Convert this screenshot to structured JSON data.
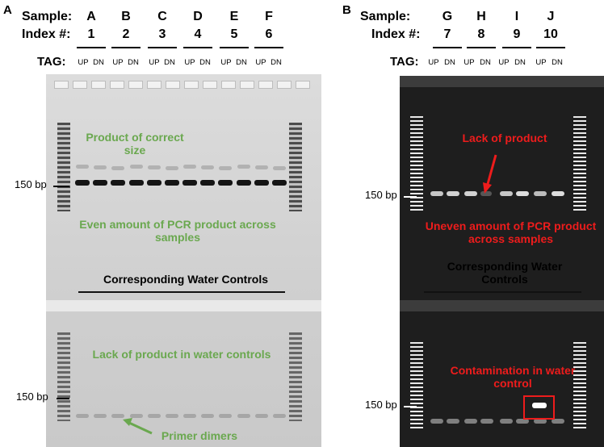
{
  "panel_a": {
    "letter": "A",
    "sample_label": "Sample:",
    "index_label": "Index #:",
    "tag_label": "TAG:",
    "samples": [
      "A",
      "B",
      "C",
      "D",
      "E",
      "F"
    ],
    "indexes": [
      "1",
      "2",
      "3",
      "4",
      "5",
      "6"
    ],
    "tag_up": "UP",
    "tag_dn": "DN",
    "bp_top": "150 bp",
    "bp_bottom": "150 bp",
    "note_correct": "Product of correct size",
    "note_even": "Even amount of PCR product across samples",
    "water_controls": "Corresponding Water Controls",
    "note_lack_water": "Lack of product in water controls",
    "note_dimers": "Primer dimers"
  },
  "panel_b": {
    "letter": "B",
    "sample_label": "Sample:",
    "index_label": "Index #:",
    "tag_label": "TAG:",
    "samples": [
      "G",
      "H",
      "I",
      "J"
    ],
    "indexes": [
      "7",
      "8",
      "9",
      "10"
    ],
    "tag_up": "UP",
    "tag_dn": "DN",
    "bp_top": "150 bp",
    "bp_bottom": "150 bp",
    "note_lack": "Lack of product",
    "note_uneven": "Uneven amount of PCR product across samples",
    "water_controls": "Corresponding Water Controls",
    "note_contamination": "Contamination in water control"
  },
  "colors": {
    "green_note": "#6aa84f",
    "red_note": "#ee1c1c",
    "gel_light": "#d4d4d4",
    "gel_dark": "#1e1e1e"
  }
}
